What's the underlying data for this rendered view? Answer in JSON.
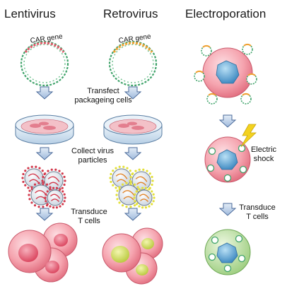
{
  "columns": {
    "lentivirus": "Lentivirus",
    "retrovirus": "Retrovirus",
    "electroporation": "Electroporation"
  },
  "labels": {
    "car_gene_1": "CAR gene",
    "car_gene_2": "CAR gene",
    "transfect_line1": "Transfect",
    "transfect_line2": "packageing cells",
    "collect_line1": "Collect virus",
    "collect_line2": "particles",
    "transduce_line1": "Transduce",
    "transduce_line2": "T cells",
    "shock_line1": "Electric",
    "shock_line2": "shock",
    "transduce_right_line1": "Transduce",
    "transduce_right_line2": "T cells"
  },
  "colors": {
    "dna_green": "#3fa36a",
    "car_red": "#e05a6a",
    "car_orange": "#f0a030",
    "arrow_fill": "#b8cde8",
    "arrow_stroke": "#4a6a9a",
    "cell_pink": "#f08a9a",
    "nucleus_blue": "#5aa0d0",
    "nucleus_yellow": "#d8e060",
    "green_cell": "#b8e0a0"
  }
}
